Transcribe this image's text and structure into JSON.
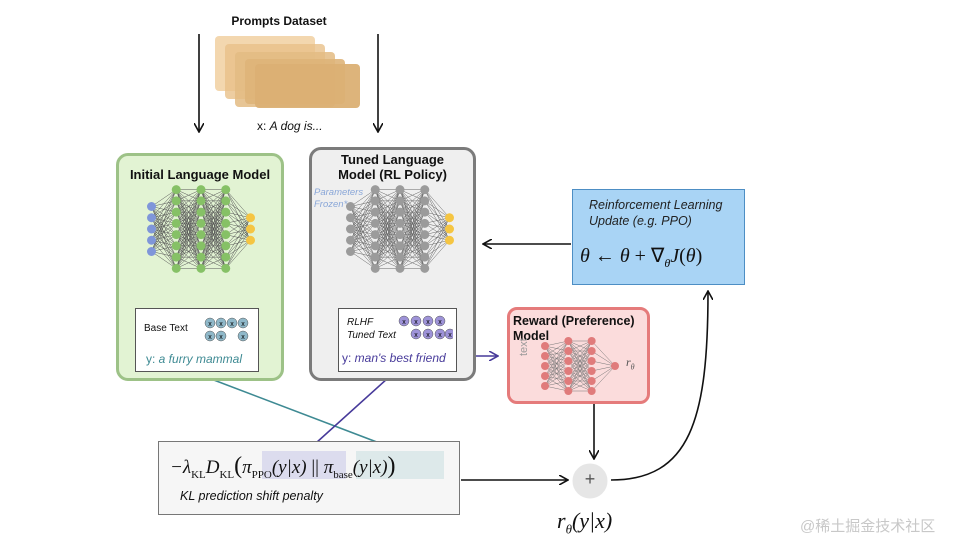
{
  "prompts": {
    "title": "Prompts Dataset",
    "example_prefix": "x: ",
    "example_text": "A dog is..."
  },
  "initial_model": {
    "title": "Initial Language Model",
    "text_label": "Base Text",
    "output_prefix": "y: ",
    "output_text": "a furry mammal"
  },
  "tuned_model": {
    "title_line1": "Tuned Language",
    "title_line2": "Model (RL Policy)",
    "frozen_line1": "Parameters",
    "frozen_line2": "Frozen*",
    "text_label_line1": "RLHF",
    "text_label_line2": "Tuned Text",
    "output_prefix": "y: ",
    "output_text": "man's best friend"
  },
  "reward_model": {
    "title_line1": "Reward (Preference)",
    "title_line2": "Model",
    "input_label": "text",
    "output_symbol": "r",
    "output_subscript": "θ"
  },
  "rl_update": {
    "line1": "Reinforcement Learning",
    "line2": "Update (e.g. PPO)",
    "eq_theta": "θ",
    "eq_arrow": "←",
    "eq_plus": "+",
    "eq_nabla": "∇",
    "eq_J": "J",
    "eq_open": "(",
    "eq_close": ")"
  },
  "kl_penalty": {
    "minus_lambda": "−λ",
    "kl_sub": "KL",
    "D": "D",
    "open": "(",
    "pi": "π",
    "ppo_sub": "PPO",
    "y_given_x": "(y|x)",
    "parallel": "||",
    "base_sub": "base",
    "close": ")",
    "caption": "KL prediction shift penalty"
  },
  "sum_node": {
    "symbol": "+"
  },
  "reward_output": {
    "r": "r",
    "sub": "θ",
    "args": "(y|x)"
  },
  "watermark": "@稀土掘金技术社区",
  "tokens": [
    "x",
    "x",
    "x",
    "x"
  ],
  "colors": {
    "init_bg": "#e2f3d3",
    "init_border": "#9dc287",
    "init_node": "#86c166",
    "input_node": "#7f96d9",
    "output_node": "#f5c542",
    "tuned_node": "#9b9b9b",
    "reward_node": "#e07b7b",
    "token_base": "#8fb8c9",
    "token_rlhf": "#9e93d8",
    "arrow_teal": "#3e8a93",
    "arrow_purple": "#473a9a",
    "arrow_black": "#111111",
    "dataset_card": "#e8bb7f"
  }
}
